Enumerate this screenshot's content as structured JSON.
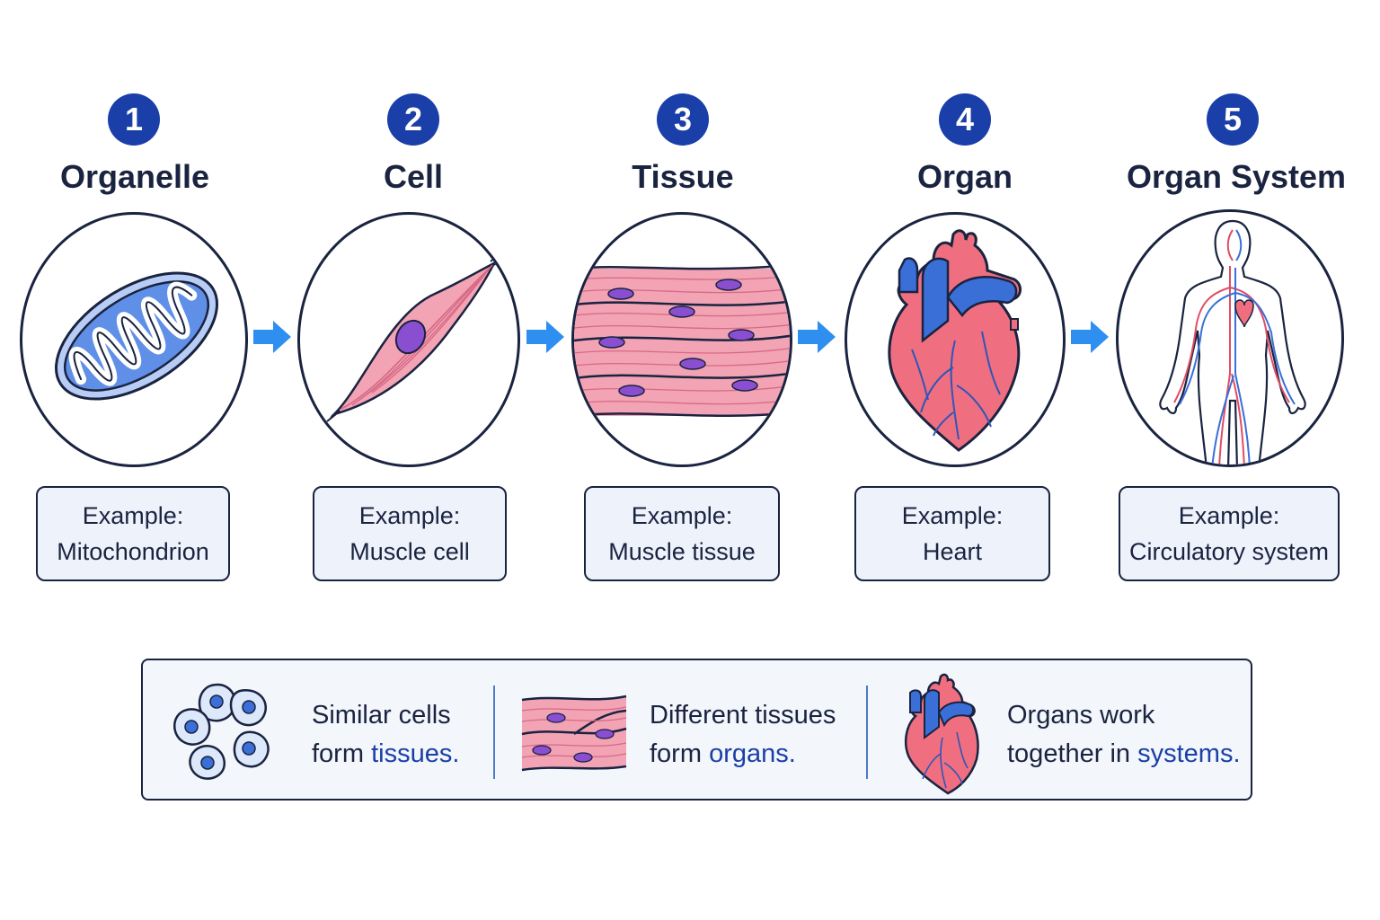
{
  "stages": [
    {
      "number": "1",
      "title": "Organelle",
      "example_label": "Example:",
      "example": "Mitochondrion"
    },
    {
      "number": "2",
      "title": "Cell",
      "example_label": "Example:",
      "example": "Muscle cell"
    },
    {
      "number": "3",
      "title": "Tissue",
      "example_label": "Example:",
      "example": "Muscle tissue"
    },
    {
      "number": "4",
      "title": "Organ",
      "example_label": "Example:",
      "example": "Heart"
    },
    {
      "number": "5",
      "title": "Organ System",
      "example_label": "Example:",
      "example": "Circulatory system"
    }
  ],
  "summary": [
    {
      "line1": "Similar cells",
      "line2_prefix": "form ",
      "line2_highlight": "tissues."
    },
    {
      "line1": "Different tissues",
      "line2_prefix": "form ",
      "line2_highlight": "organs."
    },
    {
      "line1": "Organs work",
      "line2_prefix": "together in ",
      "line2_highlight": "systems."
    }
  ],
  "colors": {
    "accent": "#1a3fa8",
    "arrow": "#2e8ff0",
    "outline": "#1a2340",
    "muscle_pink": "#f2a3b4",
    "nucleus_purple": "#8a4fd0",
    "heart_red": "#ef6f80",
    "vessel_blue": "#3a6fd8",
    "box_fill": "#eef3fb"
  },
  "icons": [
    "mitochondrion-icon",
    "muscle-cell-icon",
    "muscle-tissue-icon",
    "heart-icon",
    "human-body-icon",
    "cell-cluster-icon",
    "tissue-strip-icon",
    "small-heart-icon",
    "right-arrow-icon"
  ]
}
